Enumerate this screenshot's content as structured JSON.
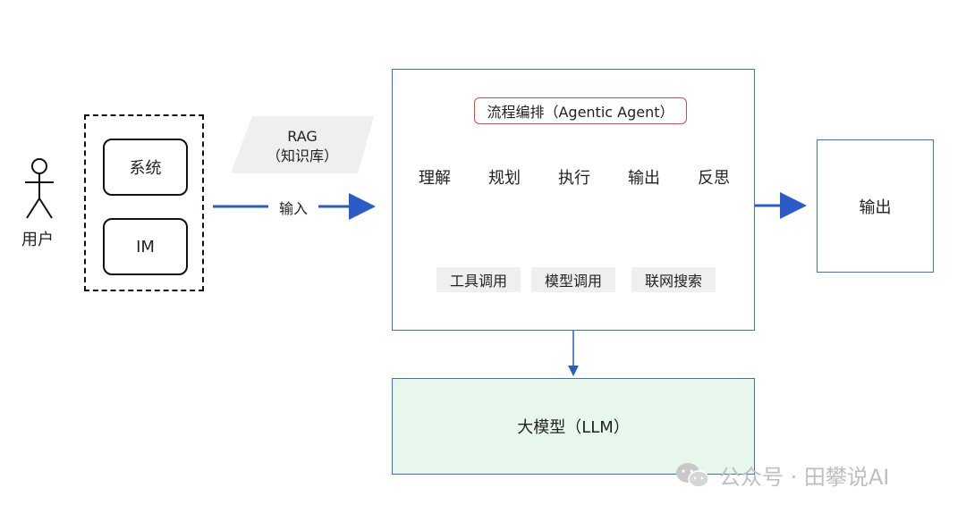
{
  "user": {
    "label": "用户"
  },
  "sources": {
    "system": "系统",
    "im": "IM"
  },
  "rag": {
    "line1": "RAG",
    "line2": "（知识库）"
  },
  "input_label": "输入",
  "flow": {
    "title": "流程编排（Agentic Agent）",
    "steps": [
      "理解",
      "规划",
      "执行",
      "输出",
      "反思"
    ],
    "tools": [
      "工具调用",
      "模型调用",
      "联网搜索"
    ]
  },
  "llm": {
    "label": "大模型（LLM）"
  },
  "output": {
    "label": "输出"
  },
  "watermark": {
    "text": "公众号 · 田攀说AI"
  },
  "colors": {
    "arrow_blue": "#2a5bc9",
    "box_border": "#3b6fd0",
    "highlight_step": "#f3c6f3",
    "llm_fill": "#e8f7ec",
    "title_border": "#d94a4a"
  }
}
